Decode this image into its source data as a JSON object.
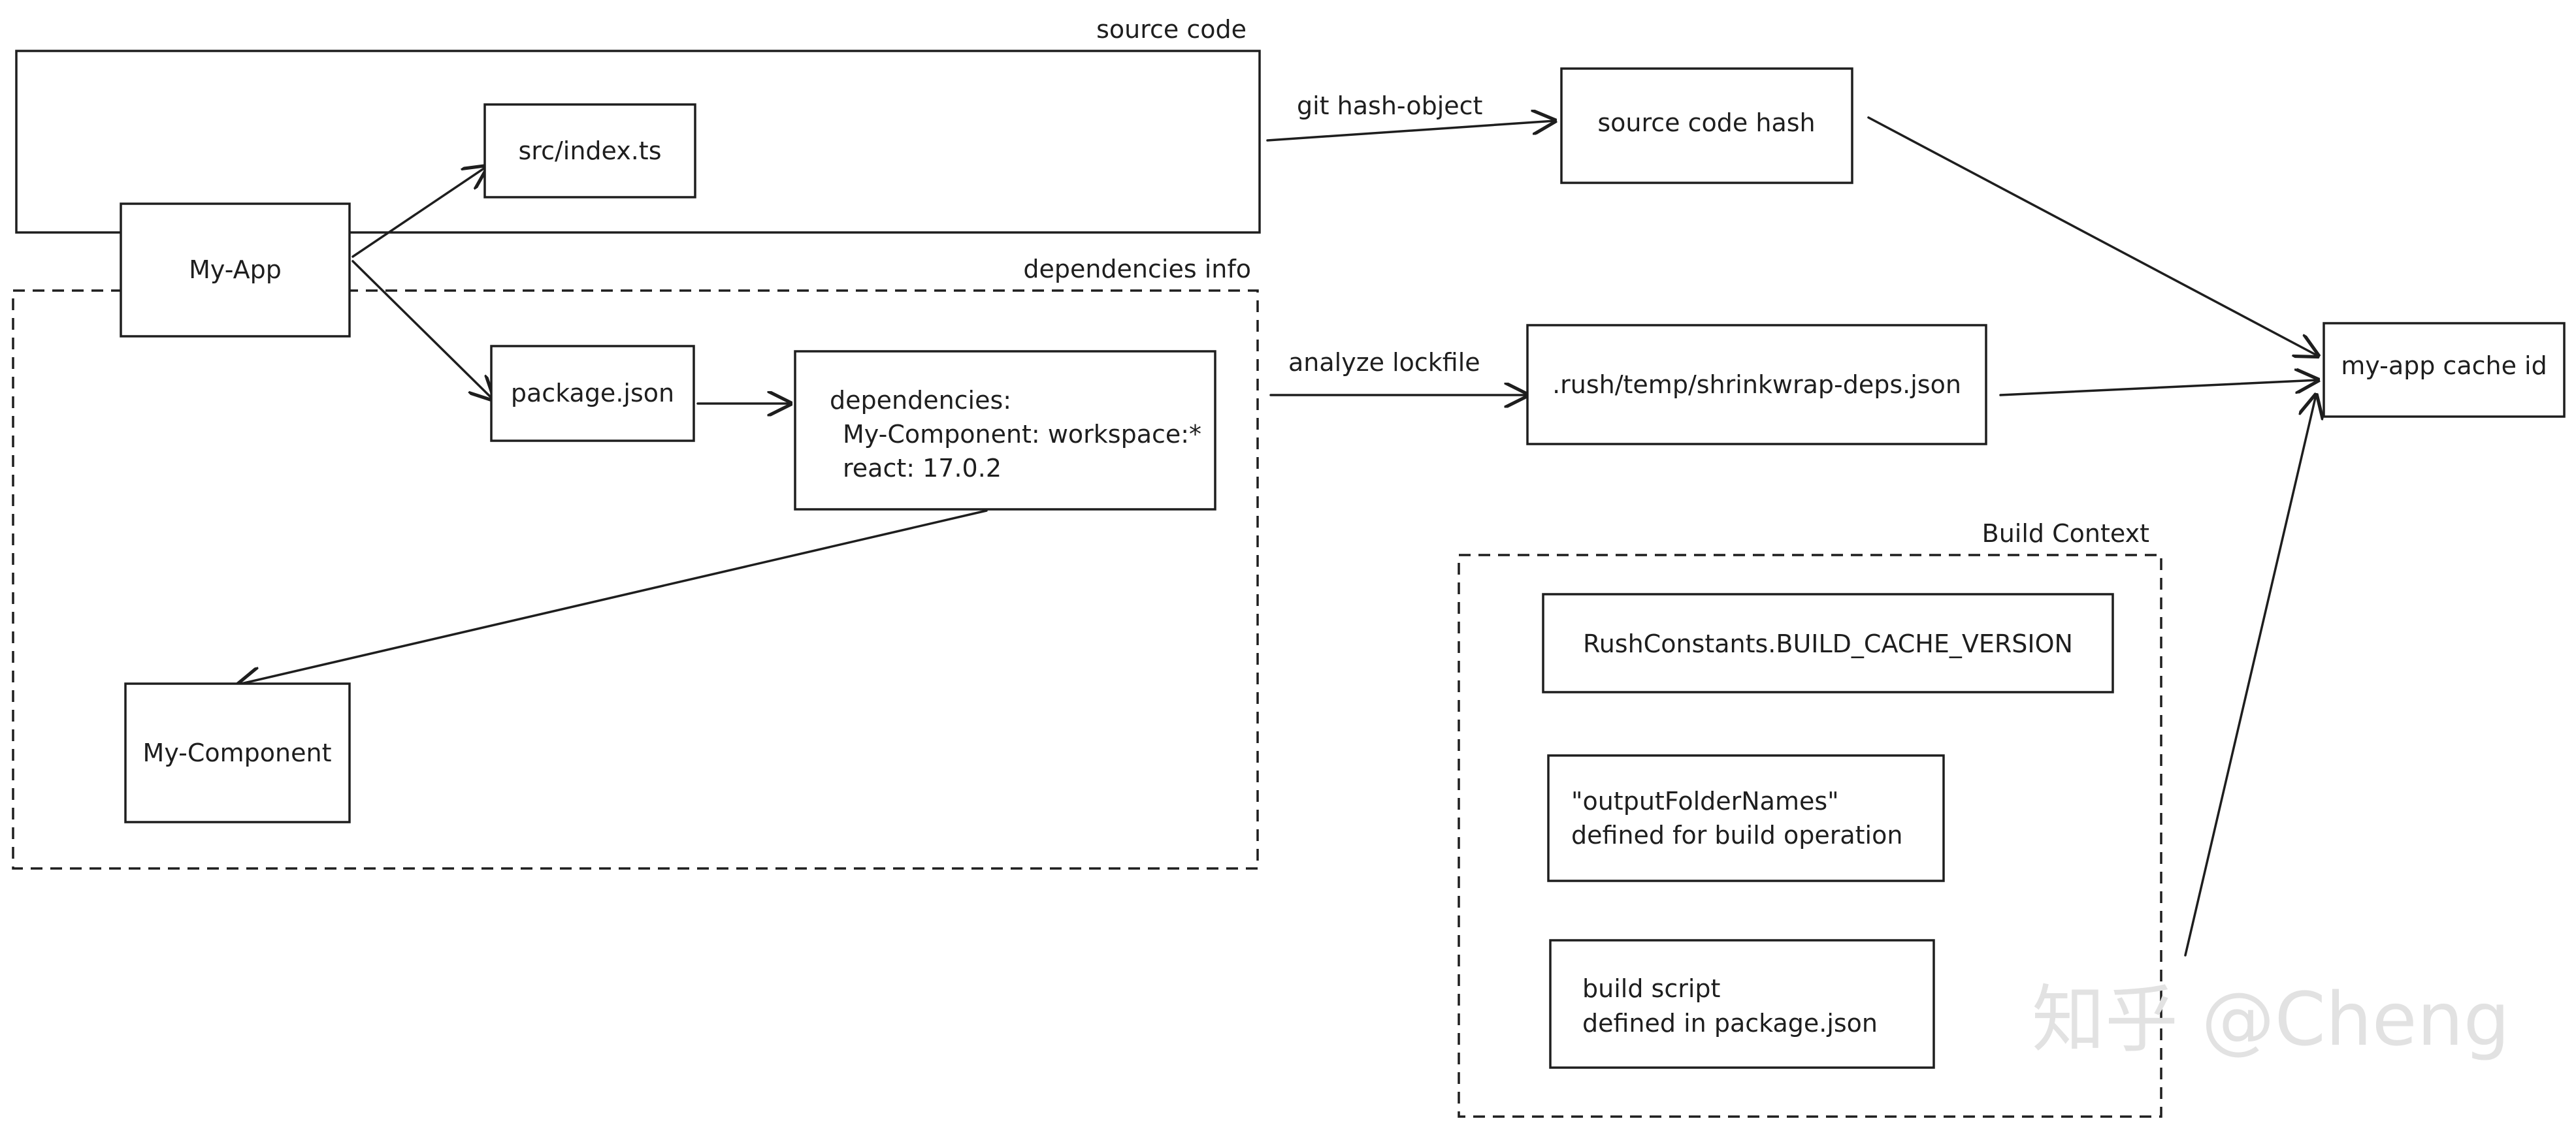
{
  "groups": {
    "source_code": "source code",
    "dependencies_info": "dependencies info",
    "build_context": "Build Context"
  },
  "nodes": {
    "my_app": "My-App",
    "src_index": "src/index.ts",
    "package_json": "package.json",
    "dependencies": [
      "dependencies:",
      "My-Component: workspace:*",
      "react: 17.0.2"
    ],
    "my_component": "My-Component",
    "source_code_hash": "source code hash",
    "shrinkwrap_deps": ".rush/temp/shrinkwrap-deps.json",
    "cache_id": "my-app cache id",
    "build_cache_version": "RushConstants.BUILD_CACHE_VERSION",
    "output_folder_names": [
      "\"outputFolderNames\"",
      "defined for build operation"
    ],
    "build_script": [
      "build script",
      "defined in package.json"
    ]
  },
  "edges": {
    "git_hash_object": "git hash-object",
    "analyze_lockfile": "analyze lockfile"
  },
  "watermark": "知乎 @Cheng"
}
